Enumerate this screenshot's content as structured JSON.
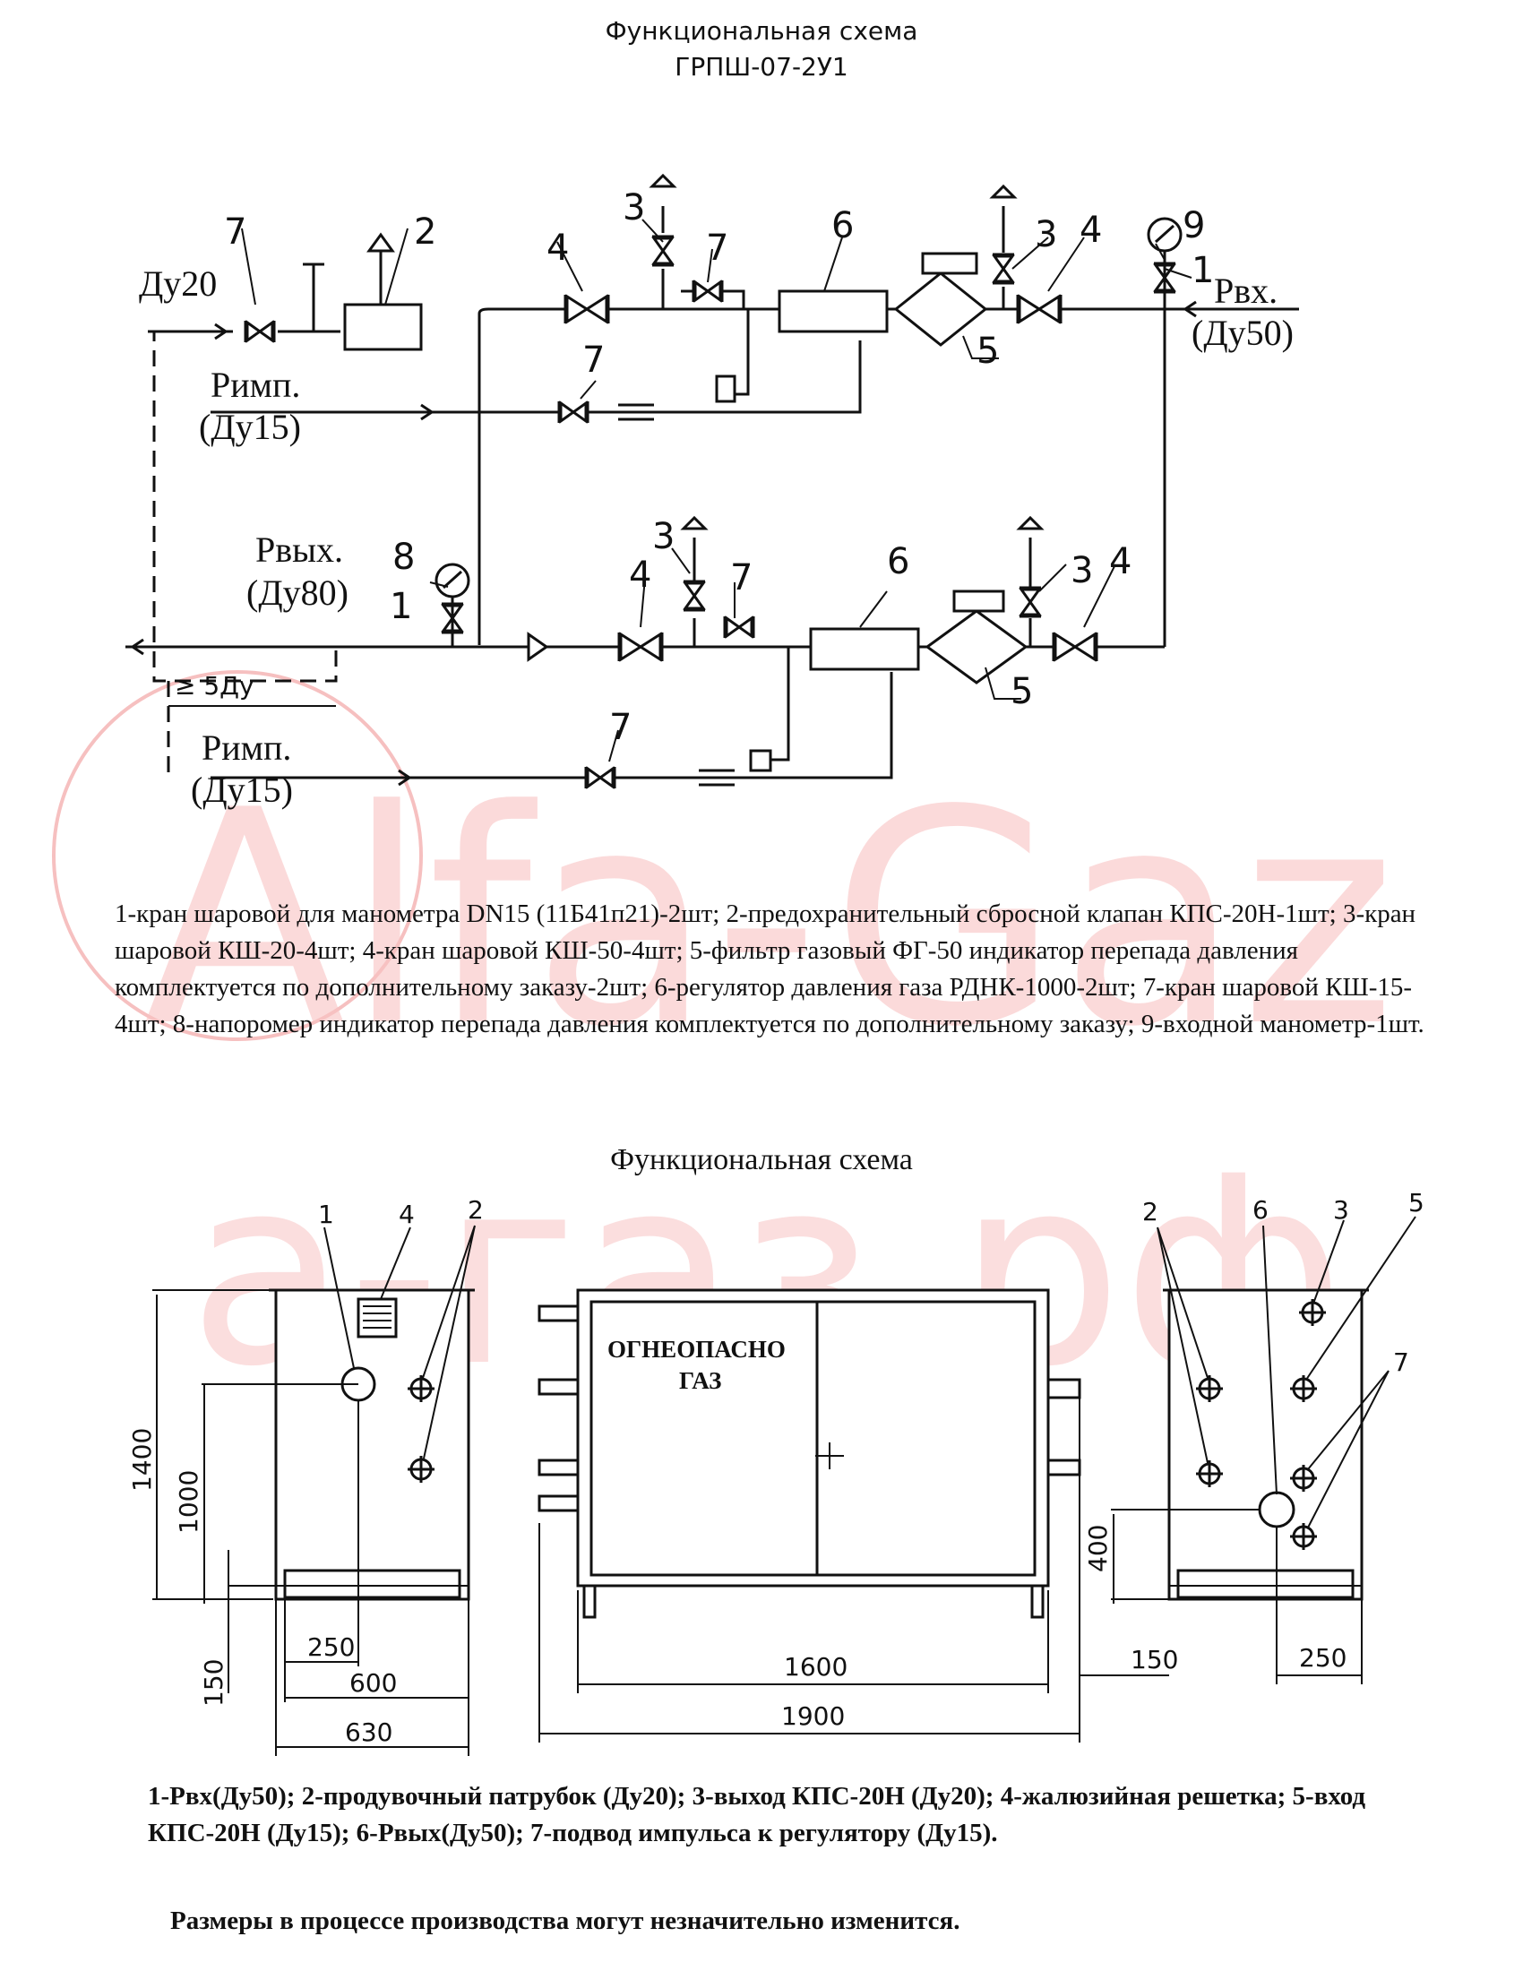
{
  "header": {
    "title": "Функциональная схема",
    "model": "ГРПШ-07-2У1"
  },
  "watermark": {
    "text1": "Alfa-Gaz",
    "text2": "а-газ.рф",
    "color": "#f4a0a0"
  },
  "scheme": {
    "labels": {
      "du20": "Ду20",
      "rimp1": "Римп.",
      "rimp1_du": "(Ду15)",
      "rvh": "Рвх.",
      "rvh_du": "(Ду50)",
      "rvyh": "Рвых.",
      "rvyh_du": "(Ду80)",
      "ge5du": "≥ 5Ду",
      "rimp2": "Римп.",
      "rimp2_du": "(Ду15)"
    },
    "numbers": [
      "1",
      "2",
      "3",
      "4",
      "5",
      "6",
      "7",
      "8",
      "9"
    ]
  },
  "legend_text": "1-кран шаровой для манометра DN15 (11Б41п21)-2шт; 2-предохранительный сбросной клапан КПС-20Н-1шт; 3-кран шаровой КШ-20-4шт; 4-кран шаровой КШ-50-4шт; 5-фильтр газовый ФГ-50 индикатор перепада давления комплектуется по дополнительному заказу-2шт; 6-регулятор давления газа РДНК-1000-2шт; 7-кран шаровой КШ-15-4шт; 8-напоромер индикатор перепада давления комплектуется по дополнительному заказу; 9-входной манометр-1шт.",
  "section2": {
    "title": "Функциональная схема",
    "door_label1": "ОГНЕОПАСНО",
    "door_label2": "ГАЗ",
    "dims": {
      "d1400": "1400",
      "d1000": "1000",
      "d250a": "250",
      "d150a": "150",
      "d600": "600",
      "d630": "630",
      "d1600": "1600",
      "d1900": "1900",
      "d150b": "150",
      "d400": "400",
      "d250b": "250"
    }
  },
  "legend2_text": "1-Рвх(Ду50); 2-продувочный патрубок (Ду20); 3-выход КПС-20Н (Ду20); 4-жалюзийная решетка; 5-вход КПС-20Н (Ду15); 6-Рвых(Ду50); 7-подвод импульса к регулятору (Ду15).",
  "note": "Размеры в процессе производства могут незначительно изменится."
}
